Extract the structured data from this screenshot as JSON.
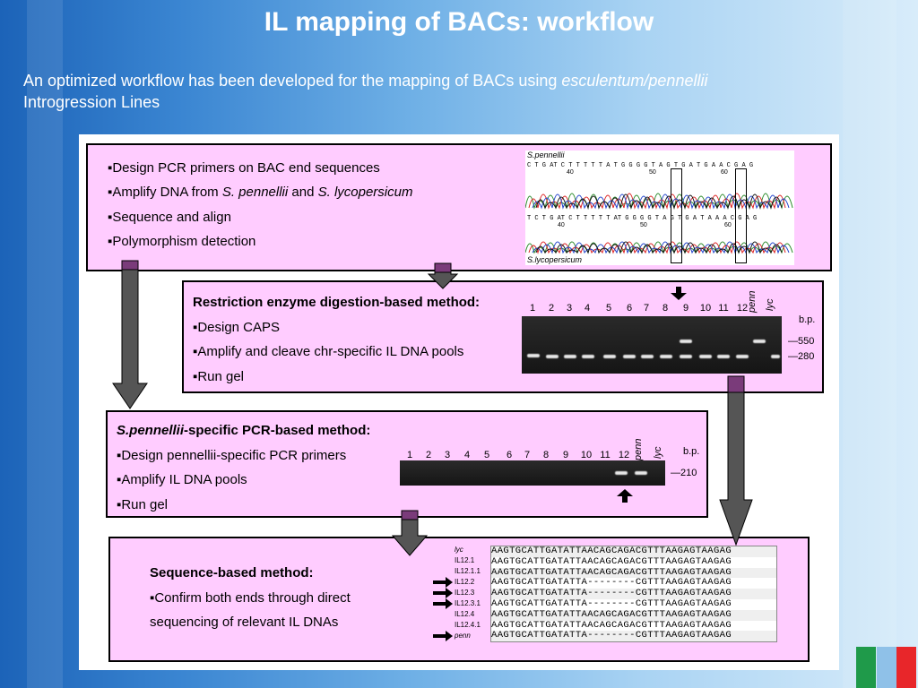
{
  "slide": {
    "title": "IL mapping of BACs: workflow",
    "subtitle_plain": "An optimized workflow has been developed for the mapping of BACs using ",
    "subtitle_italic": "esculentum/pennellii",
    "subtitle_end": "Introgression Lines"
  },
  "box1": {
    "bullets": [
      {
        "pre": "▪Design PCR primers on BAC end sequences"
      },
      {
        "pre": "▪Amplify DNA from ",
        "i1": "S. pennellii",
        "mid": " and ",
        "i2": "S. lycopersicum"
      },
      {
        "pre": "▪Sequence and align"
      },
      {
        "pre": "▪Polymorphism detection"
      }
    ],
    "chromatogram": {
      "top_label": "S.pennellii",
      "bottom_label": "S.lycopersicum",
      "seq_top": "C T G AT C T T T T T A T G G G G T A G T G A T G A A C G A G",
      "seq_bottom": "T C T G AT C T T T T T AT G G G G T A G T G A T A A A C G A G",
      "ticks_top": [
        "40",
        "50",
        "60"
      ],
      "ticks_bottom": [
        "40",
        "50",
        "60"
      ]
    }
  },
  "box2": {
    "heading": "Restriction enzyme digestion-based method:",
    "bullets": [
      "▪Design CAPS",
      "▪Amplify and cleave chr-specific IL DNA pools",
      "▪Run gel"
    ],
    "lanes": [
      "1",
      "2",
      "3",
      "4",
      "5",
      "6",
      "7",
      "8",
      "9",
      "10",
      "11",
      "12"
    ],
    "lane_penn": "penn",
    "lane_lyc": "lyc",
    "bp_label": "b.p.",
    "markers": [
      "550",
      "280"
    ]
  },
  "box3": {
    "heading_italic": "S.pennellii",
    "heading_rest": "-specific PCR-based method:",
    "bullets": [
      "▪Design pennellii-specific PCR primers",
      "▪Amplify IL DNA pools",
      "▪Run gel"
    ],
    "lanes": [
      "1",
      "2",
      "3",
      "4",
      "5",
      "6",
      "7",
      "8",
      "9",
      "10",
      "11",
      "12"
    ],
    "lane_penn": "penn",
    "lane_lyc": "lyc",
    "bp_label": "b.p.",
    "markers": [
      "210"
    ]
  },
  "box4": {
    "heading": "Sequence-based method:",
    "line1": "▪Confirm both ends through direct",
    "line2": "sequencing of relevant IL DNAs",
    "rows": [
      {
        "label": "lyc",
        "seq": "AAGTGCATTGATATTAACAGCAGACGTTTAAGAGTAAGAG",
        "arrow": false
      },
      {
        "label": "IL12.1",
        "seq": "AAGTGCATTGATATTAACAGCAGACGTTTAAGAGTAAGAG",
        "arrow": false
      },
      {
        "label": "IL12.1.1",
        "seq": "AAGTGCATTGATATTAACAGCAGACGTTTAAGAGTAAGAG",
        "arrow": false
      },
      {
        "label": "IL12.2",
        "seq": "AAGTGCATTGATATTA--------CGTTTAAGAGTAAGAG",
        "arrow": true
      },
      {
        "label": "IL12.3",
        "seq": "AAGTGCATTGATATTA--------CGTTTAAGAGTAAGAG",
        "arrow": true
      },
      {
        "label": "IL12.3.1",
        "seq": "AAGTGCATTGATATTA--------CGTTTAAGAGTAAGAG",
        "arrow": true
      },
      {
        "label": "IL12.4",
        "seq": "AAGTGCATTGATATTAACAGCAGACGTTTAAGAGTAAGAG",
        "arrow": false
      },
      {
        "label": "IL12.4.1",
        "seq": "AAGTGCATTGATATTAACAGCAGACGTTTAAGAGTAAGAG",
        "arrow": false
      },
      {
        "label": "penn",
        "seq": "AAGTGCATTGATATTA--------CGTTTAAGAGTAAGAG",
        "arrow": true
      }
    ]
  },
  "colors": {
    "box_fill": "#ffccff",
    "arrow_fill": "#555555",
    "arrow_cap": "#7a3b7a",
    "logo": [
      "#1f9a4a",
      "#8fc1e8",
      "#e8262a"
    ]
  }
}
